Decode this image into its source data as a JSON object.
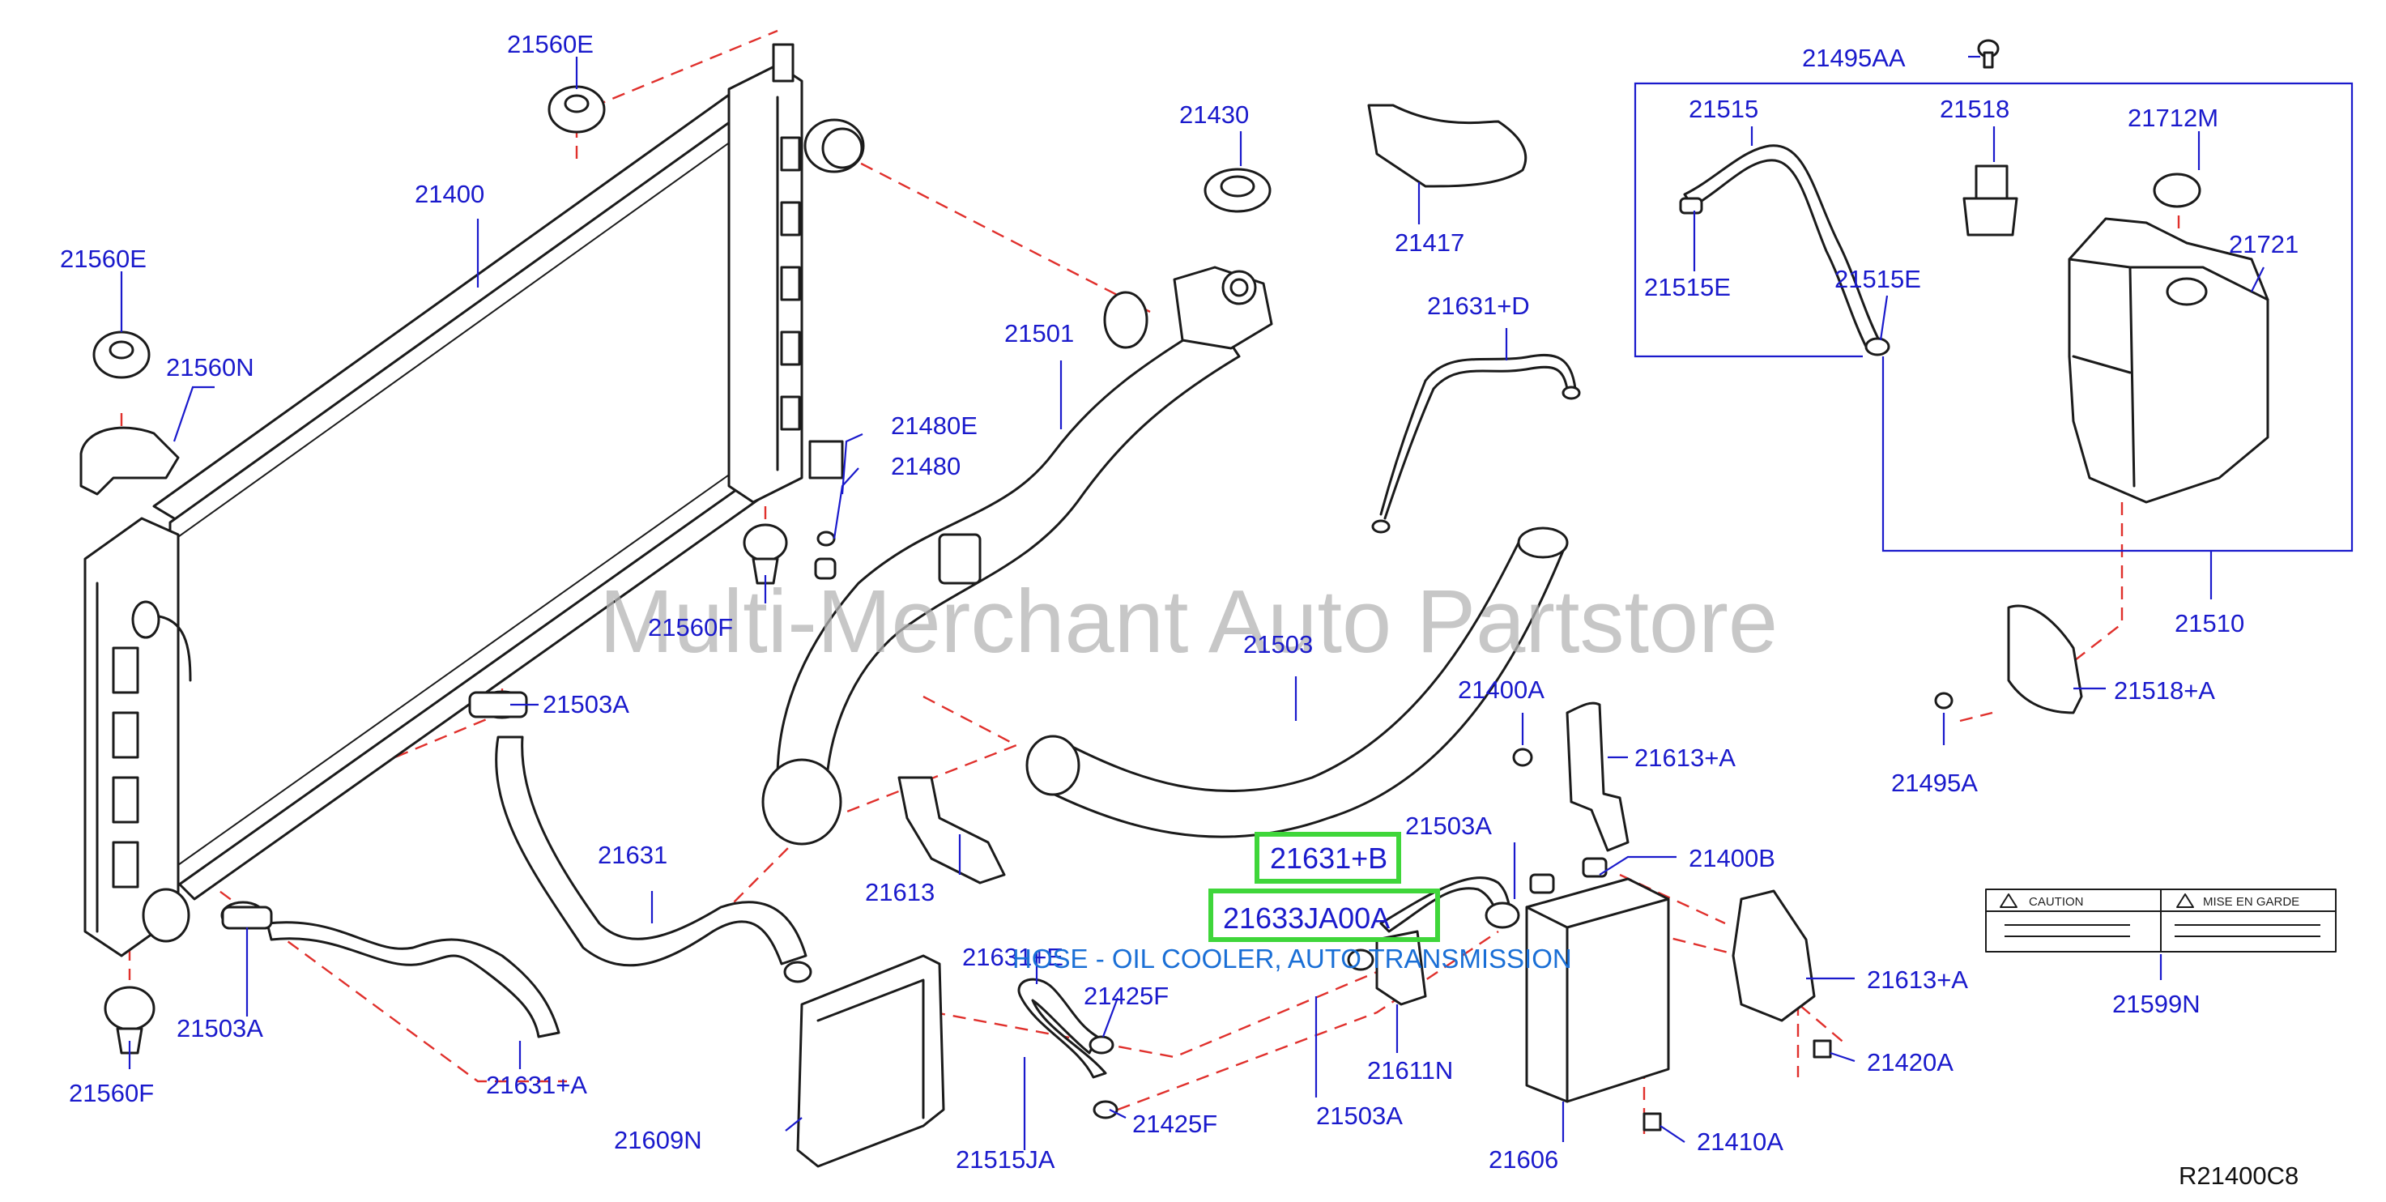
{
  "watermark": "Multi-Merchant Auto Partstore",
  "diagram_ref": "R21400C8",
  "highlight_color": "#3fd63a",
  "label_color": "#1a1acc",
  "leader_color": "#1a1acc",
  "dash_color": "#e0302c",
  "description": "HOSE - OIL COOLER, AUTO TRANSMISSION",
  "highlighted": [
    "21631+B",
    "21633JA00A"
  ],
  "labels": {
    "l21560E_top": "21560E",
    "l21400": "21400",
    "l21560E_left": "21560E",
    "l21560N": "21560N",
    "l21480E": "21480E",
    "l21480": "21480",
    "l21560F_mid": "21560F",
    "l21503A_top": "21503A",
    "l21631": "21631",
    "l21503A_bl": "21503A",
    "l21560F_bot": "21560F",
    "l21631A": "21631+A",
    "l21430": "21430",
    "l21417": "21417",
    "l21501": "21501",
    "l21613": "21613",
    "l21631D": "21631+D",
    "l21503": "21503",
    "l21495AA": "21495AA",
    "l21515": "21515",
    "l21518": "21518",
    "l21712M": "21712M",
    "l21721": "21721",
    "l21515E_a": "21515E",
    "l21515E_b": "21515E",
    "l21510": "21510",
    "l21518A": "21518+A",
    "l21495A": "21495A",
    "l21400A": "21400A",
    "l21613A_top": "21613+A",
    "l21503A_mid": "21503A",
    "l21400B": "21400B",
    "l21631B": "21631+B",
    "l21633": "21633JA00A",
    "l21631E": "21631+E",
    "l21425F_a": "21425F",
    "l21425F_b": "21425F",
    "l21515JA": "21515JA",
    "l21609N": "21609N",
    "l21611N": "21611N",
    "l21503A_b": "21503A",
    "l21606": "21606",
    "l21613A_r": "21613+A",
    "l21420A": "21420A",
    "l21410A": "21410A",
    "l21599N": "21599N"
  },
  "caution_label": {
    "left_title": "CAUTION",
    "right_title": "MISE EN GARDE"
  }
}
